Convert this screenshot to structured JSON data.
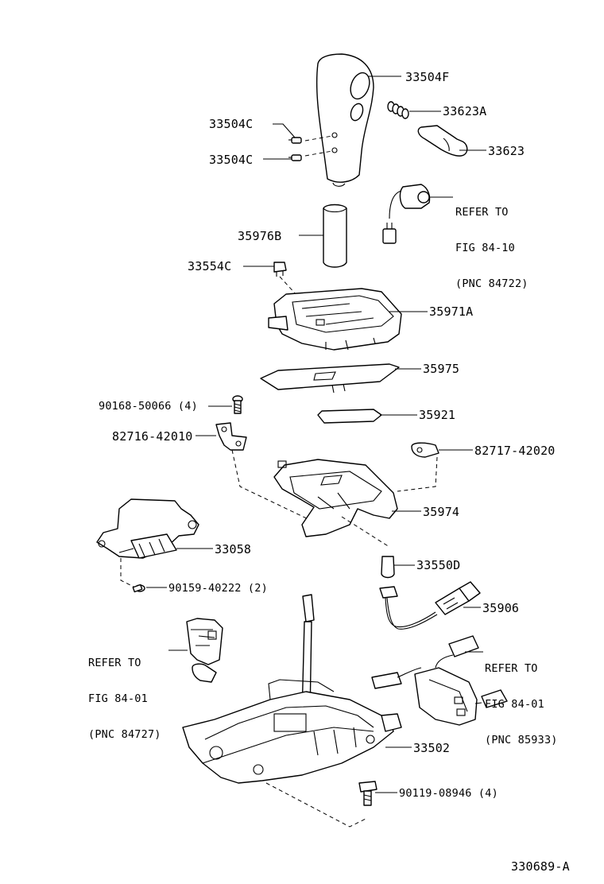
{
  "diagram": {
    "figure_code": "330689-A",
    "parts": {
      "knob": "33504F",
      "knob_screw_upper": "33504C",
      "knob_screw_lower": "33504C",
      "spring": "33623A",
      "button": "33623",
      "knob_sleeve": "35976B",
      "clip": "33554C",
      "indicator_housing": "35971A",
      "slide_plate": "35975",
      "indicator_bulb_bar": "35921",
      "screw_4": "90168-50066 (4)",
      "bracket_left": "82716-42010",
      "bracket_right": "82717-42020",
      "position_indicator": "35974",
      "solenoid": "33058",
      "screw_2": "90159-40222 (2)",
      "bulb": "33550D",
      "wire_harness": "35906",
      "shift_lever_base": "33502",
      "bolt_4": "90119-08946 (4)"
    },
    "references": {
      "ref_84722": [
        "REFER TO",
        "FIG 84-10",
        "(PNC 84722)"
      ],
      "ref_84727": [
        "REFER TO",
        "FIG 84-01",
        "(PNC 84727)"
      ],
      "ref_85933": [
        "REFER TO",
        "FIG 84-01",
        "(PNC 85933)"
      ]
    }
  }
}
